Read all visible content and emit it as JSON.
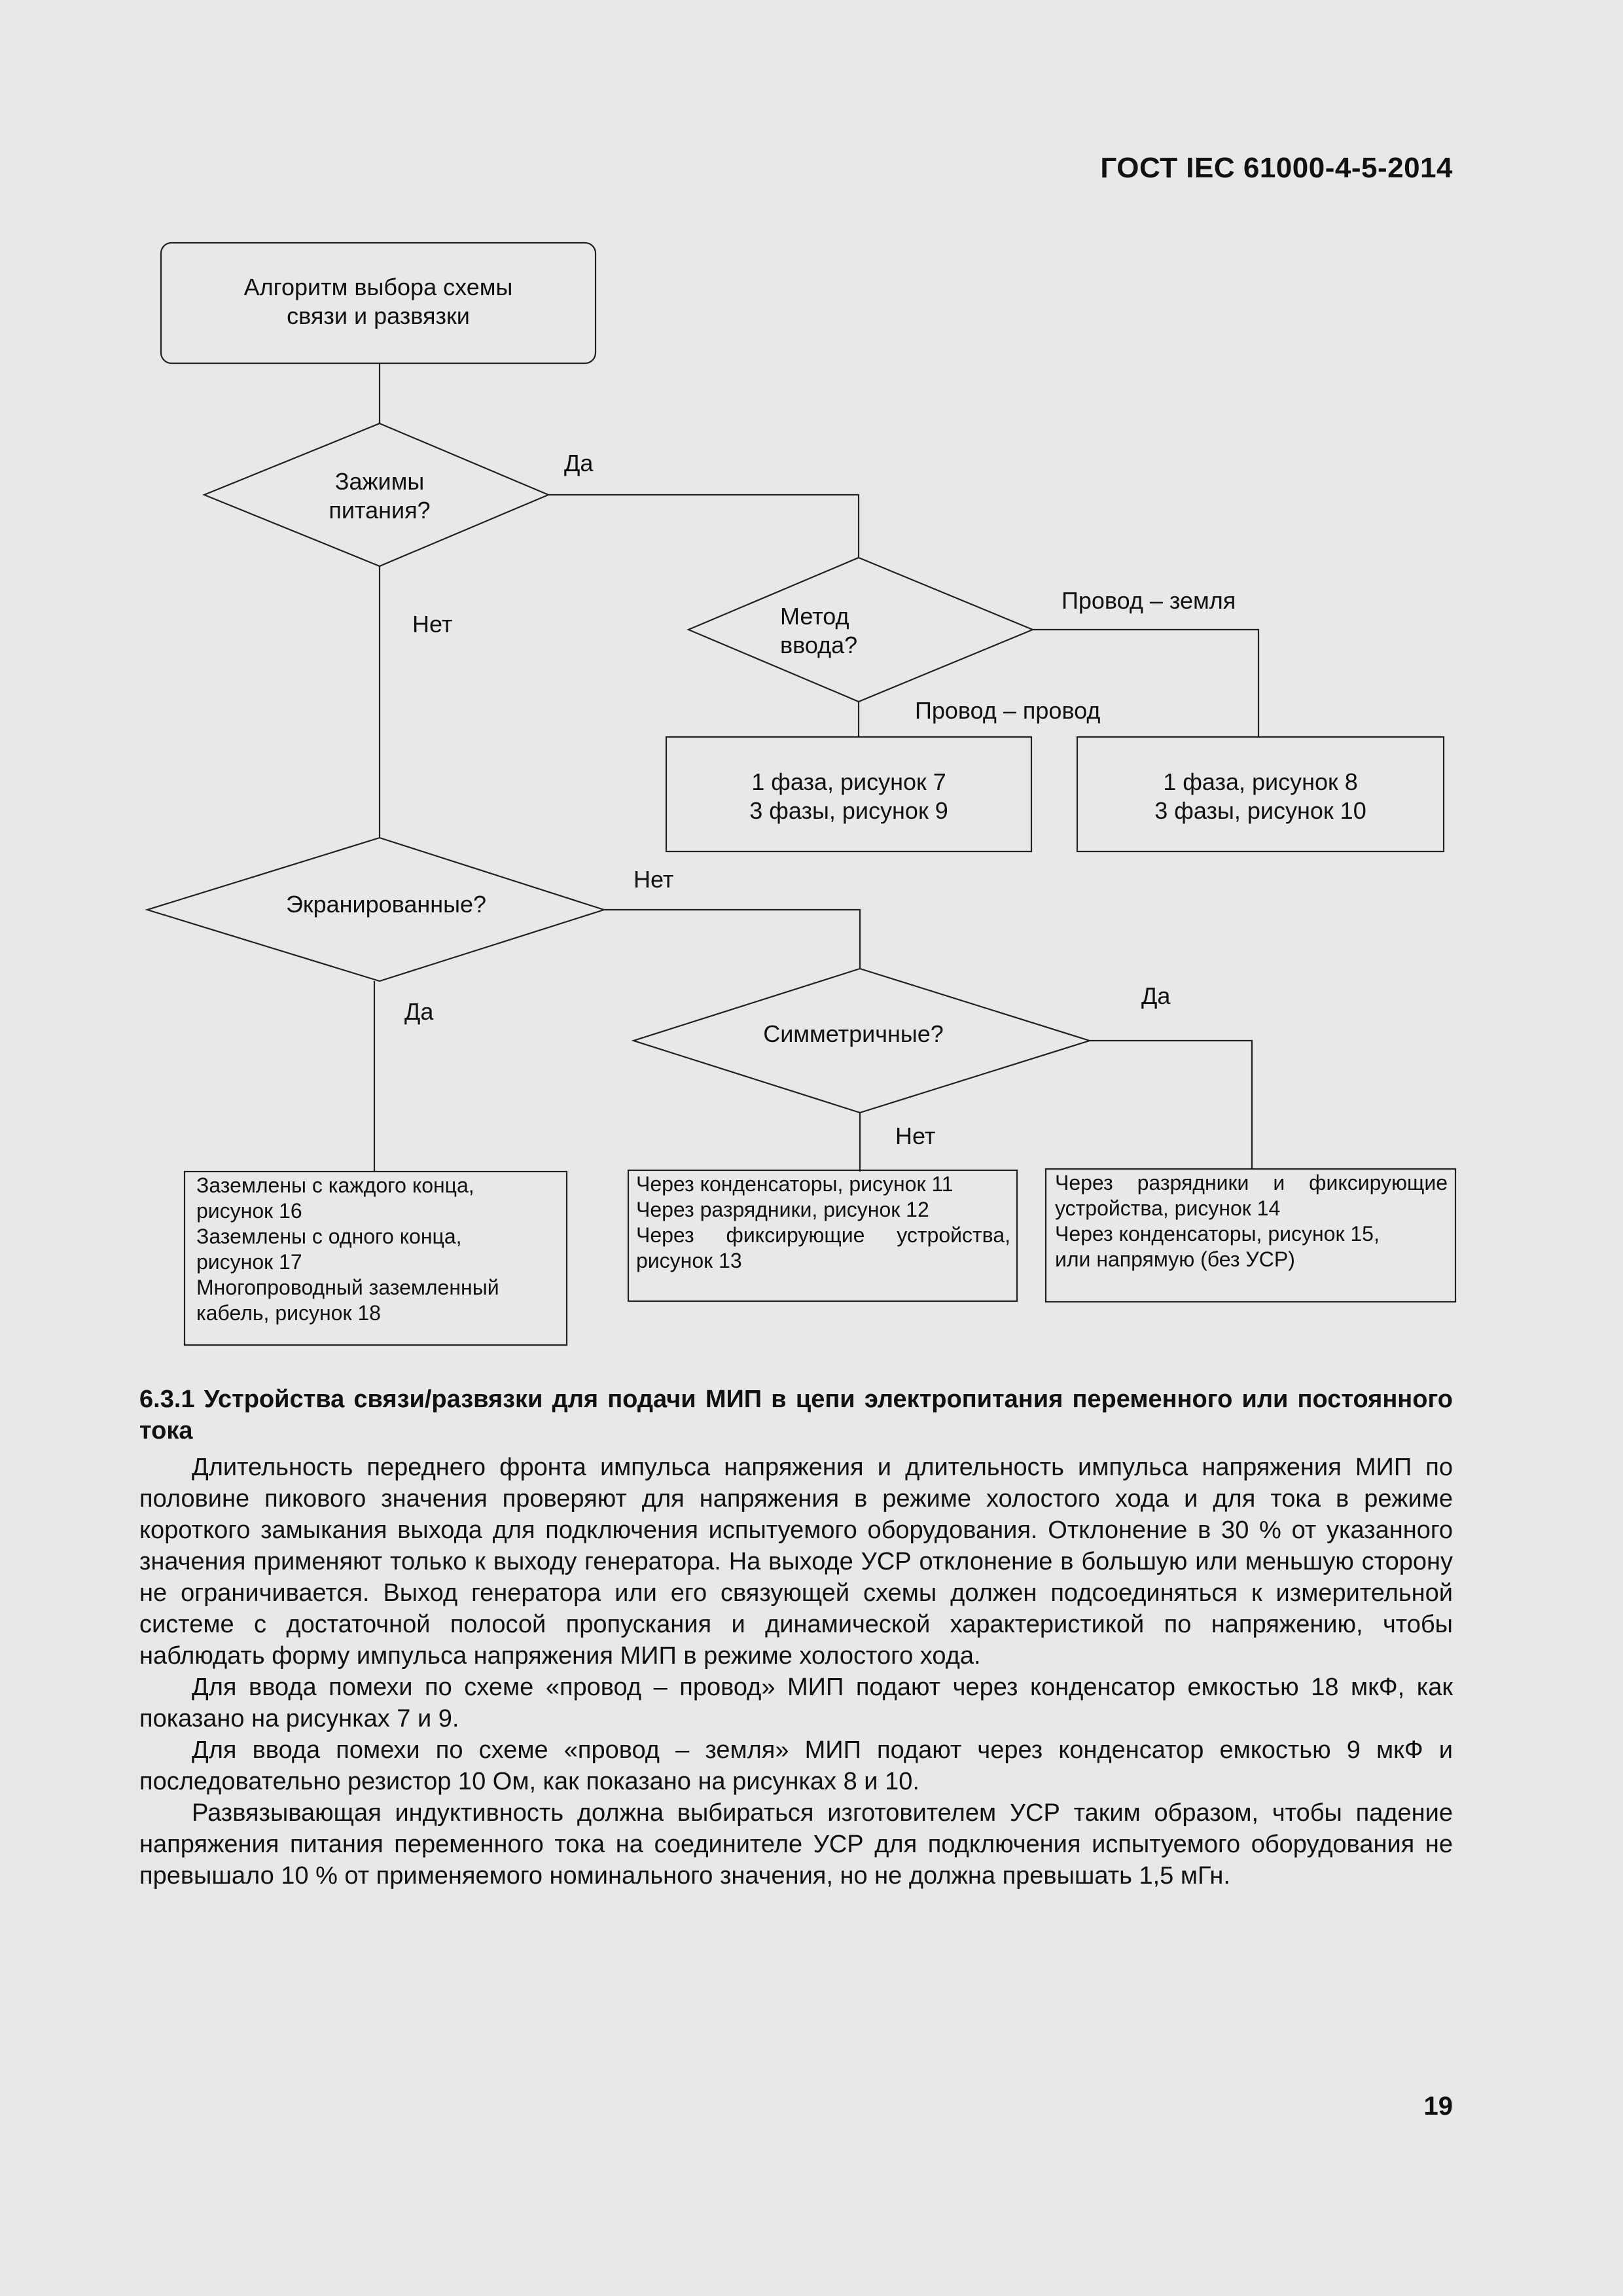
{
  "header": {
    "standard": "ГОСТ IEC 61000-4-5-2014"
  },
  "flowchart": {
    "start": {
      "line1": "Алгоритм выбора схемы",
      "line2": "связи и развязки"
    },
    "d1": {
      "line1": "Зажимы",
      "line2": "питания?",
      "yes": "Да",
      "no": "Нет"
    },
    "d2": {
      "line1": "Метод",
      "line2": "ввода?",
      "right": "Провод – земля",
      "down": "Провод – провод"
    },
    "box_ll": {
      "line1": "1 фаза, рисунок 7",
      "line2": "3 фазы, рисунок 9"
    },
    "box_le": {
      "line1": "1 фаза, рисунок 8",
      "line2": "3 фазы, рисунок 10"
    },
    "d3": {
      "label": "Экранированные?",
      "no": "Нет",
      "yes": "Да"
    },
    "d4": {
      "label": "Симметричные?",
      "yes": "Да",
      "no": "Нет"
    },
    "box_shield": {
      "lines": [
        "Заземлены с каждого конца,",
        "рисунок 16",
        "Заземлены с одного конца,",
        "рисунок 17",
        "Многопроводный заземленный",
        "кабель, рисунок 18"
      ]
    },
    "box_unsym": {
      "lines": [
        "Через конденсаторы, рисунок 11",
        "Через разрядники, рисунок 12",
        "Через фиксирующие устройства,",
        "рисунок 13"
      ]
    },
    "box_sym": {
      "lines": [
        "Через разрядники и фиксирующие",
        "устройства, рисунок 14",
        "Через конденсаторы, рисунок 15,",
        "или напрямую (без УСР)"
      ]
    }
  },
  "section": {
    "heading": "6.3.1 Устройства связи/развязки для подачи МИП в цепи электропитания переменного или постоянного тока",
    "paragraphs": [
      "Длительность переднего фронта импульса напряжения и длительность импульса напряжения МИП по половине пикового значения проверяют для напряжения в режиме холостого хода и для тока в режиме короткого замыкания выхода для подключения испытуемого оборудования. Отклонение в 30 % от указанного значения применяют только к выходу генератора. На выходе УСР отклонение в большую или меньшую сторону не ограничивается. Выход генератора или его связующей схемы должен подсоединяться к измерительной системе с достаточной полосой пропускания и динамической характеристикой по напряжению, чтобы наблюдать форму импульса напряжения МИП в режиме холостого хода.",
      "Для ввода помехи по схеме «провод – провод» МИП подают через конденсатор емкостью 18 мкФ, как показано на рисунках 7 и 9.",
      "Для ввода помехи по схеме «провод – земля» МИП подают через конденсатор емкостью 9 мкФ и последовательно резистор 10 Ом, как показано на рисунках 8 и 10.",
      "Развязывающая индуктивность должна выбираться изготовителем УСР таким образом, чтобы падение напряжения питания переменного тока на соединителе УСР для подключения испытуемого оборудования не превышало 10 % от применяемого номинального значения, но не должна превышать 1,5 мГн."
    ]
  },
  "page_number": "19"
}
